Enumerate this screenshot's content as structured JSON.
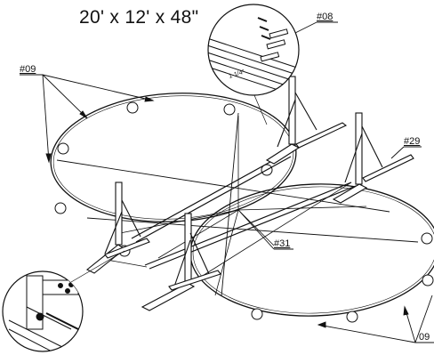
{
  "diagram": {
    "title": "20' x 12' x 48\"",
    "callouts": {
      "part_08": "#08",
      "part_09_top": "#09",
      "part_29": "#29",
      "part_31": "#31",
      "part_09_bottom": "09"
    },
    "detail_marking": "1-1/4\""
  }
}
